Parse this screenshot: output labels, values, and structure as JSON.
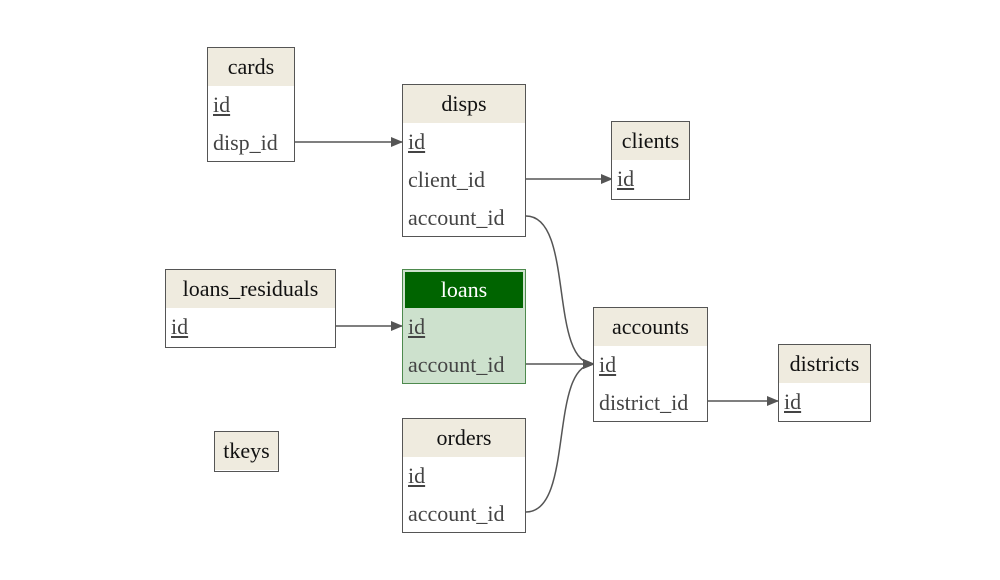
{
  "diagram": {
    "colors": {
      "edge": "#555555",
      "header_bg": "#efebdf",
      "selected_header": "#006400",
      "selected_bg": "#cde1cd"
    },
    "tables": {
      "cards": {
        "title": "cards",
        "fields": [
          {
            "name": "id",
            "pk": true
          },
          {
            "name": "disp_id",
            "pk": false
          }
        ]
      },
      "disps": {
        "title": "disps",
        "fields": [
          {
            "name": "id",
            "pk": true
          },
          {
            "name": "client_id",
            "pk": false
          },
          {
            "name": "account_id",
            "pk": false
          }
        ]
      },
      "clients": {
        "title": "clients",
        "fields": [
          {
            "name": "id",
            "pk": true
          }
        ]
      },
      "loans_residuals": {
        "title": "loans_residuals",
        "fields": [
          {
            "name": "id",
            "pk": true
          }
        ]
      },
      "loans": {
        "title": "loans",
        "selected": true,
        "fields": [
          {
            "name": "id",
            "pk": true
          },
          {
            "name": "account_id",
            "pk": false
          }
        ]
      },
      "accounts": {
        "title": "accounts",
        "fields": [
          {
            "name": "id",
            "pk": true
          },
          {
            "name": "district_id",
            "pk": false
          }
        ]
      },
      "districts": {
        "title": "districts",
        "fields": [
          {
            "name": "id",
            "pk": true
          }
        ]
      },
      "orders": {
        "title": "orders",
        "fields": [
          {
            "name": "id",
            "pk": true
          },
          {
            "name": "account_id",
            "pk": false
          }
        ]
      },
      "tkeys": {
        "title": "tkeys",
        "fields": []
      }
    },
    "relations": [
      {
        "from": "cards.disp_id",
        "to": "disps.id"
      },
      {
        "from": "disps.client_id",
        "to": "clients.id"
      },
      {
        "from": "disps.account_id",
        "to": "accounts.id"
      },
      {
        "from": "loans_residuals.id",
        "to": "loans.id"
      },
      {
        "from": "loans.account_id",
        "to": "accounts.id"
      },
      {
        "from": "orders.account_id",
        "to": "accounts.id"
      },
      {
        "from": "accounts.district_id",
        "to": "districts.id"
      }
    ]
  }
}
